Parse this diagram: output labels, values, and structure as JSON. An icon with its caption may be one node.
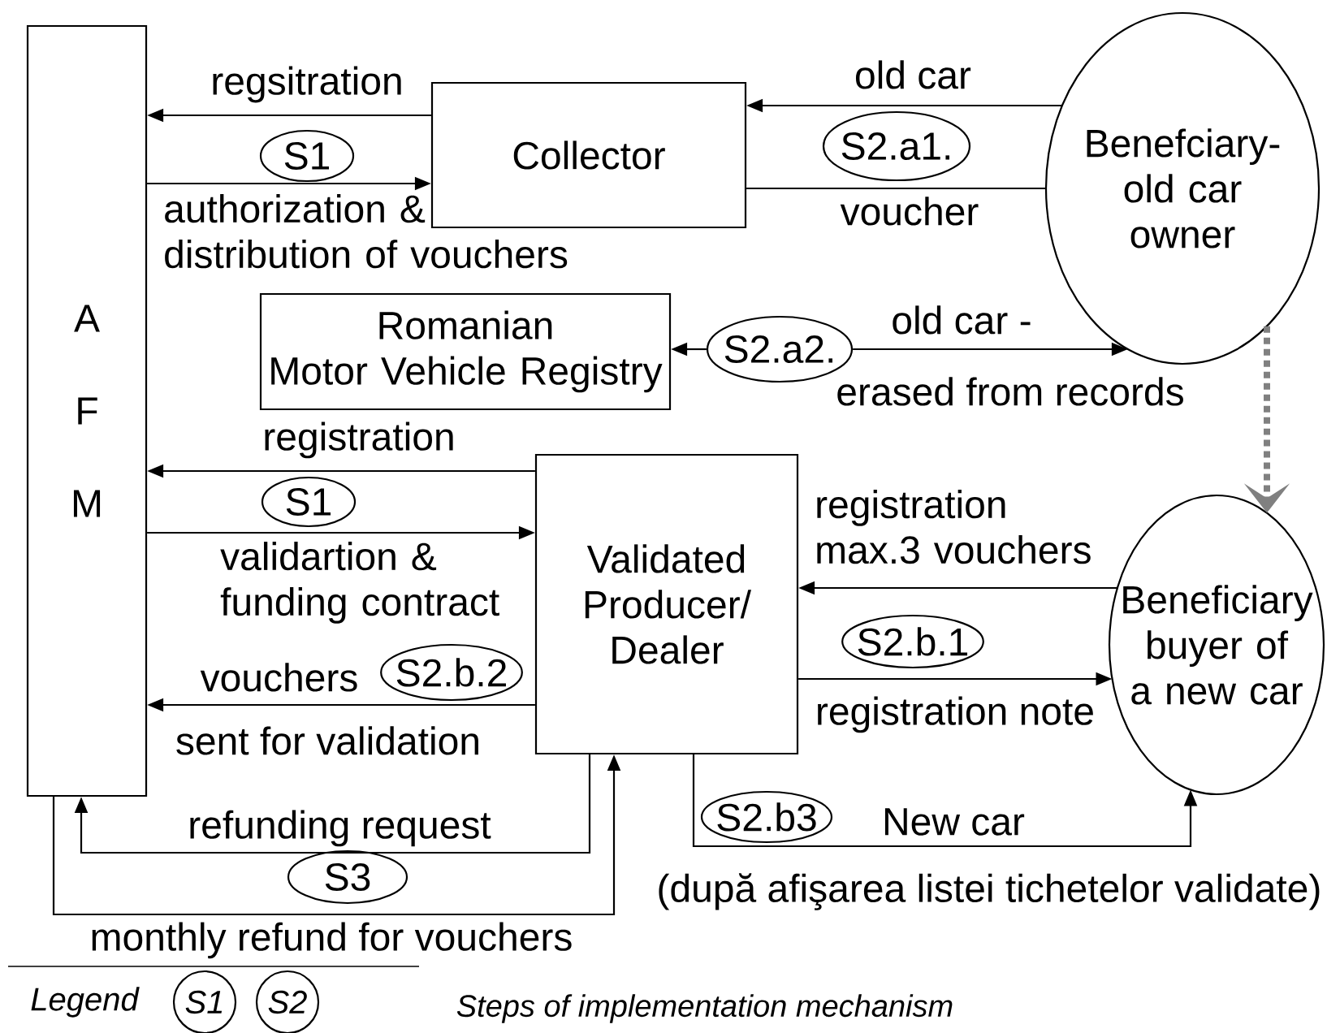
{
  "diagram": {
    "nodes": [
      {
        "text": [
          "A F M"
        ]
      },
      {
        "text": [
          "Collector"
        ]
      },
      {
        "text": [
          "Benefciary- old car owner"
        ]
      },
      {
        "text": [
          "Romanian Motor Vehicle Registry"
        ]
      },
      {
        "text": [
          "Validated Producer/ Dealer"
        ]
      },
      {
        "text": [
          "Beneficiary buyer of a new car"
        ]
      },
      {
        "text": [
          "S1"
        ]
      },
      {
        "text": [
          "S2.a1."
        ]
      },
      {
        "text": [
          "S2.a2."
        ]
      },
      {
        "text": [
          "S1"
        ]
      },
      {
        "text": [
          "S2.b.1"
        ]
      },
      {
        "text": [
          "S2.b.2"
        ]
      },
      {
        "text": [
          "S2.b3"
        ]
      },
      {
        "text": [
          "S3"
        ]
      },
      {
        "text": [
          "S1"
        ]
      },
      {
        "text": [
          "S2"
        ]
      }
    ],
    "edges": [
      {
        "from": 1,
        "to": 0,
        "arrow": "to",
        "label": "regsitration"
      },
      {
        "from": 0,
        "to": 1,
        "arrow": "to",
        "label": "authorization & distribution of  vouchers"
      },
      {
        "from": 2,
        "to": 1,
        "arrow": "to",
        "label": "old car"
      },
      {
        "from": 1,
        "to": 2,
        "arrow": "none",
        "label": "voucher"
      },
      {
        "from": 8,
        "to": 3,
        "arrow": "to"
      },
      {
        "from": 8,
        "to": 2,
        "arrow": "to",
        "label": "old car -"
      },
      {
        "from": 4,
        "to": 0,
        "arrow": "to",
        "label": "registration"
      },
      {
        "from": 0,
        "to": 4,
        "arrow": "to",
        "label": "validartion & funding contract"
      },
      {
        "from": 5,
        "to": 4,
        "arrow": "to",
        "label": "registration max.3 vouchers"
      },
      {
        "from": 4,
        "to": 5,
        "arrow": "to",
        "label": "registration note"
      },
      {
        "from": 4,
        "to": 0,
        "arrow": "to",
        "label": "vouchers"
      },
      {
        "from": 4,
        "to": 5,
        "arrow": "to",
        "label": "New car"
      },
      {
        "from": 4,
        "to": 0,
        "arrow": "to",
        "label": "refunding request"
      },
      {
        "from": 0,
        "to": 4,
        "arrow": "to",
        "label": "monthly refund for vouchers"
      },
      {
        "from": 2,
        "to": 5,
        "arrow": "to",
        "style": "dashed",
        "color": "#808080"
      }
    ],
    "labels": [
      "erased from records",
      "sent for validation",
      "(după afişarea listei tichetelor validate)",
      "Legend"
    ],
    "legend": [
      {
        "text": "Steps of implementation mechanism"
      }
    ]
  }
}
